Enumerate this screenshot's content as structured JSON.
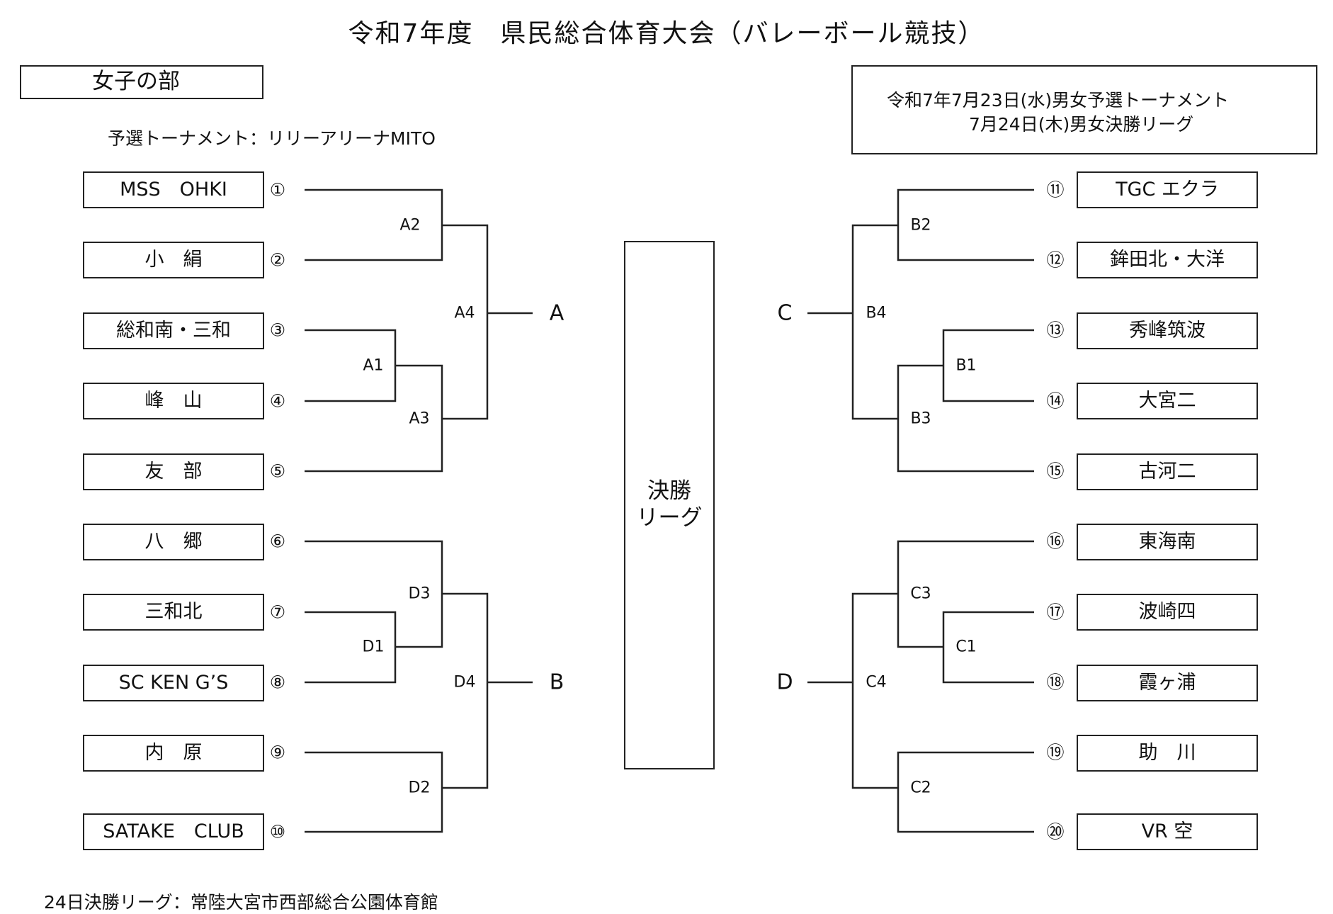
{
  "title": "令和7年度　県民総合体育大会（バレーボール競技）",
  "section_label": "女子の部",
  "schedule": {
    "line1": "令和7年7月23日(水)男女予選トーナメント",
    "line2": "7月24日(木)男女決勝リーグ"
  },
  "preliminary_venue": "予選トーナメント：リリーアリーナMITO",
  "final_venue": "24日決勝リーグ：常陸大宮市西部総合公園体育館",
  "final_league_label": "決勝\nリーグ",
  "teams": [
    {
      "name": "MSS　OHKI",
      "seed": "①"
    },
    {
      "name": "小　絹",
      "seed": "②"
    },
    {
      "name": "総和南・三和",
      "seed": "③"
    },
    {
      "name": "峰　山",
      "seed": "④"
    },
    {
      "name": "友　部",
      "seed": "⑤"
    },
    {
      "name": "八　郷",
      "seed": "⑥"
    },
    {
      "name": "三和北",
      "seed": "⑦"
    },
    {
      "name": "SC KEN G’S",
      "seed": "⑧"
    },
    {
      "name": "内　原",
      "seed": "⑨"
    },
    {
      "name": "SATAKE　CLUB",
      "seed": "⑩"
    },
    {
      "name": "TGC エクラ",
      "seed": "⑪"
    },
    {
      "name": "鉾田北・大洋",
      "seed": "⑫"
    },
    {
      "name": "秀峰筑波",
      "seed": "⑬"
    },
    {
      "name": "大宮二",
      "seed": "⑭"
    },
    {
      "name": "古河二",
      "seed": "⑮"
    },
    {
      "name": "東海南",
      "seed": "⑯"
    },
    {
      "name": "波崎四",
      "seed": "⑰"
    },
    {
      "name": "霞ヶ浦",
      "seed": "⑱"
    },
    {
      "name": "助　川",
      "seed": "⑲"
    },
    {
      "name": "VR 空",
      "seed": "⑳"
    }
  ],
  "matches": [
    "A1",
    "A2",
    "A3",
    "A4",
    "D1",
    "D2",
    "D3",
    "D4",
    "B1",
    "B2",
    "B3",
    "B4",
    "C1",
    "C2",
    "C3",
    "C4"
  ],
  "blocks": [
    "A",
    "B",
    "C",
    "D"
  ]
}
